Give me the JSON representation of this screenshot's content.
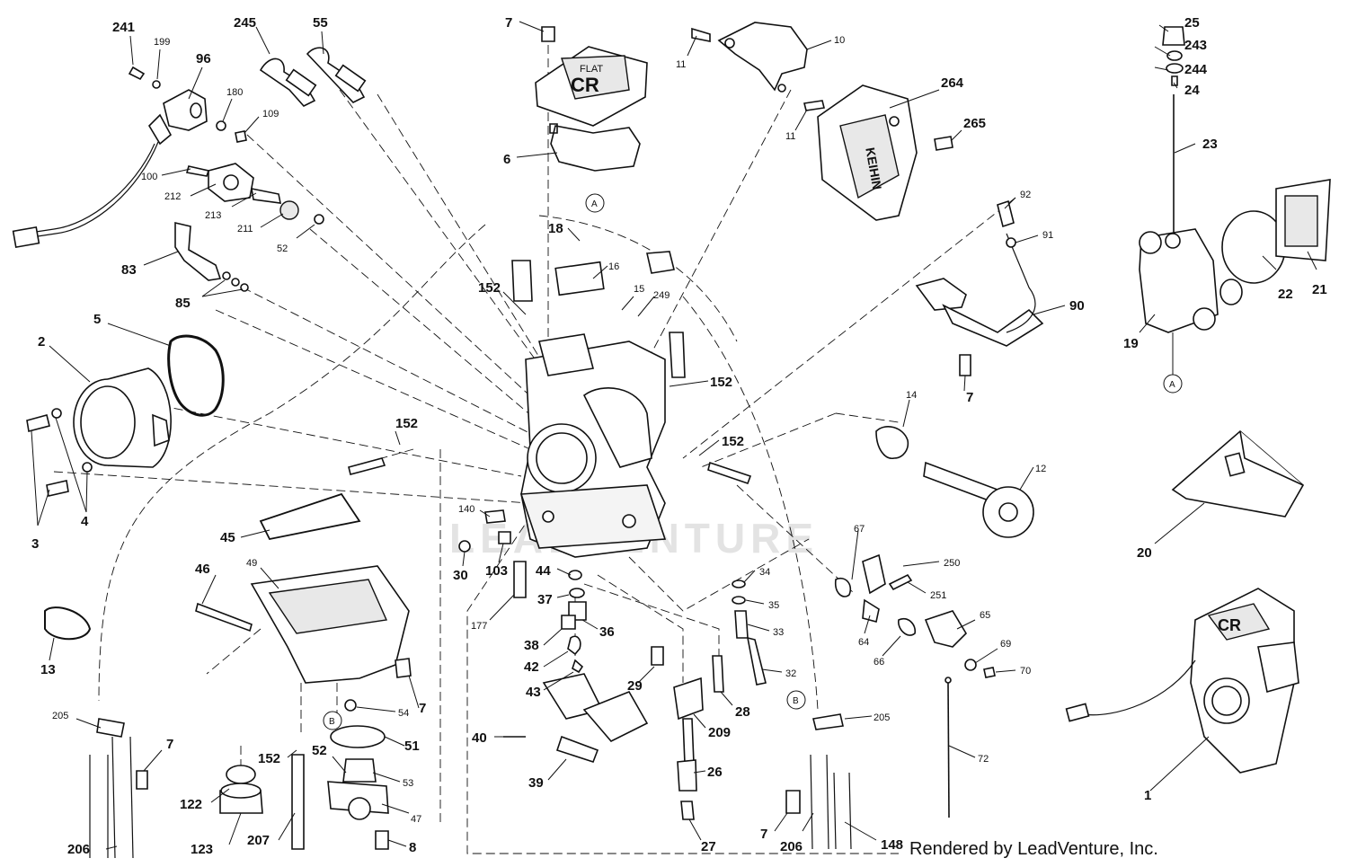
{
  "labels": {
    "p241": "241",
    "p199": "199",
    "p96": "96",
    "p245": "245",
    "p55": "55",
    "p180": "180",
    "p109": "109",
    "p100": "100",
    "p212": "212",
    "p213": "213",
    "p211": "211",
    "p52a": "52",
    "p83": "83",
    "p85": "85",
    "p5": "5",
    "p2": "2",
    "p3": "3",
    "p4": "4",
    "p7a": "7",
    "p6": "6",
    "p18": "18",
    "p16": "16",
    "p15": "15",
    "p249": "249",
    "p152a": "152",
    "p152b": "152",
    "p152c": "152",
    "p152d": "152",
    "p11a": "11",
    "p10": "10",
    "p11b": "11",
    "p264": "264",
    "p265": "265",
    "p92": "92",
    "p91": "91",
    "p90": "90",
    "p7b": "7",
    "p25": "25",
    "p243": "243",
    "p244": "244",
    "p24": "24",
    "p23": "23",
    "p22": "22",
    "p21": "21",
    "p19": "19",
    "p14": "14",
    "p12": "12",
    "p20": "20",
    "p140": "140",
    "p30": "30",
    "p103": "103",
    "p44": "44",
    "p37": "37",
    "p36": "36",
    "p177": "177",
    "p38": "38",
    "p42": "42",
    "p43": "43",
    "p29": "29",
    "p28": "28",
    "p209": "209",
    "p40": "40",
    "p39": "39",
    "p26": "26",
    "p27": "27",
    "p34": "34",
    "p35": "35",
    "p33": "33",
    "p32": "32",
    "p67": "67",
    "p250": "250",
    "p251": "251",
    "p64": "64",
    "p65": "65",
    "p66": "66",
    "p69": "69",
    "p70": "70",
    "p72": "72",
    "p205b": "205",
    "p7c": "7",
    "p206b": "206",
    "p148": "148",
    "p45": "45",
    "p46": "46",
    "p49": "49",
    "p13": "13",
    "p205a": "205",
    "p7d": "7",
    "p206a": "206",
    "p152e": "152",
    "p52b": "52",
    "p122": "122",
    "p123": "123",
    "p207": "207",
    "p51": "51",
    "p53": "53",
    "p47": "47",
    "p8": "8",
    "p54": "54",
    "p7e": "7",
    "p1": "1"
  },
  "ref_circles": {
    "a_top": "A",
    "a_right": "A",
    "b_left": "B",
    "b_right": "B"
  },
  "stamps": {
    "flat": "FLAT",
    "cr": "CR",
    "keihin": "KEIHIN"
  },
  "watermark": "LEADVENTURE",
  "footer": "Rendered by LeadVenture, Inc."
}
